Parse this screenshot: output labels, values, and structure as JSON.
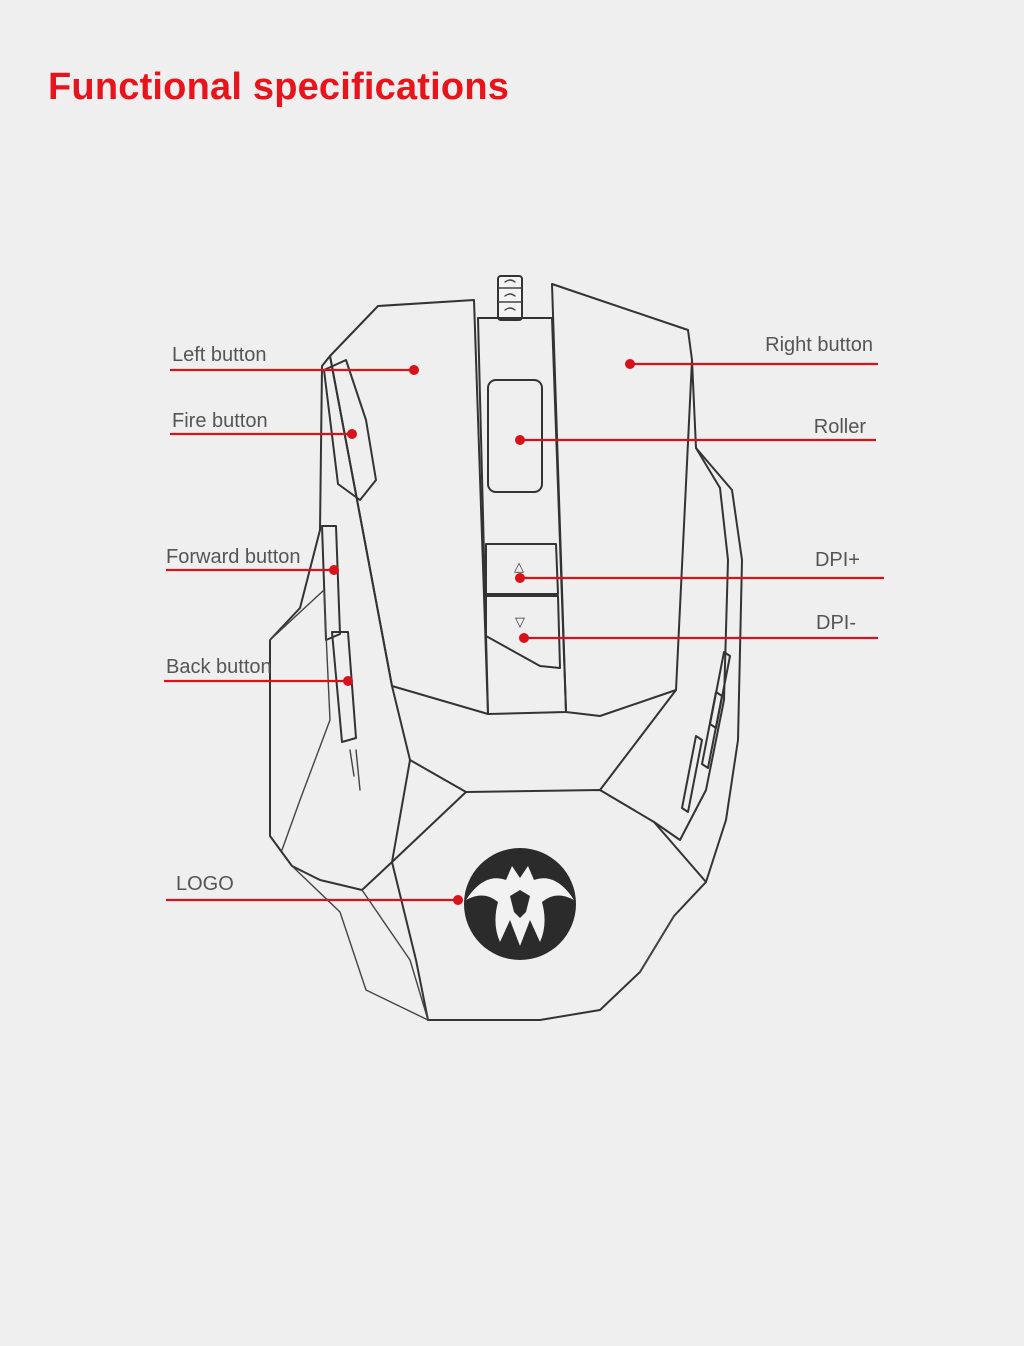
{
  "title": "Functional specifications",
  "colors": {
    "accent": "#e8141c",
    "leader": "#d8121b",
    "label": "#555555",
    "outline": "#333333",
    "background": "#efefef"
  },
  "callouts": {
    "left_button": "Left button",
    "fire_button": "Fire button",
    "forward_button": "Forward button",
    "back_button": "Back button",
    "logo": "LOGO",
    "right_button": "Right button",
    "roller": "Roller",
    "dpi_plus": "DPI+",
    "dpi_minus": "DPI-"
  },
  "dpi_glyphs": {
    "up": "△",
    "down": "▽"
  },
  "logo_icon": "bat-emblem-icon"
}
